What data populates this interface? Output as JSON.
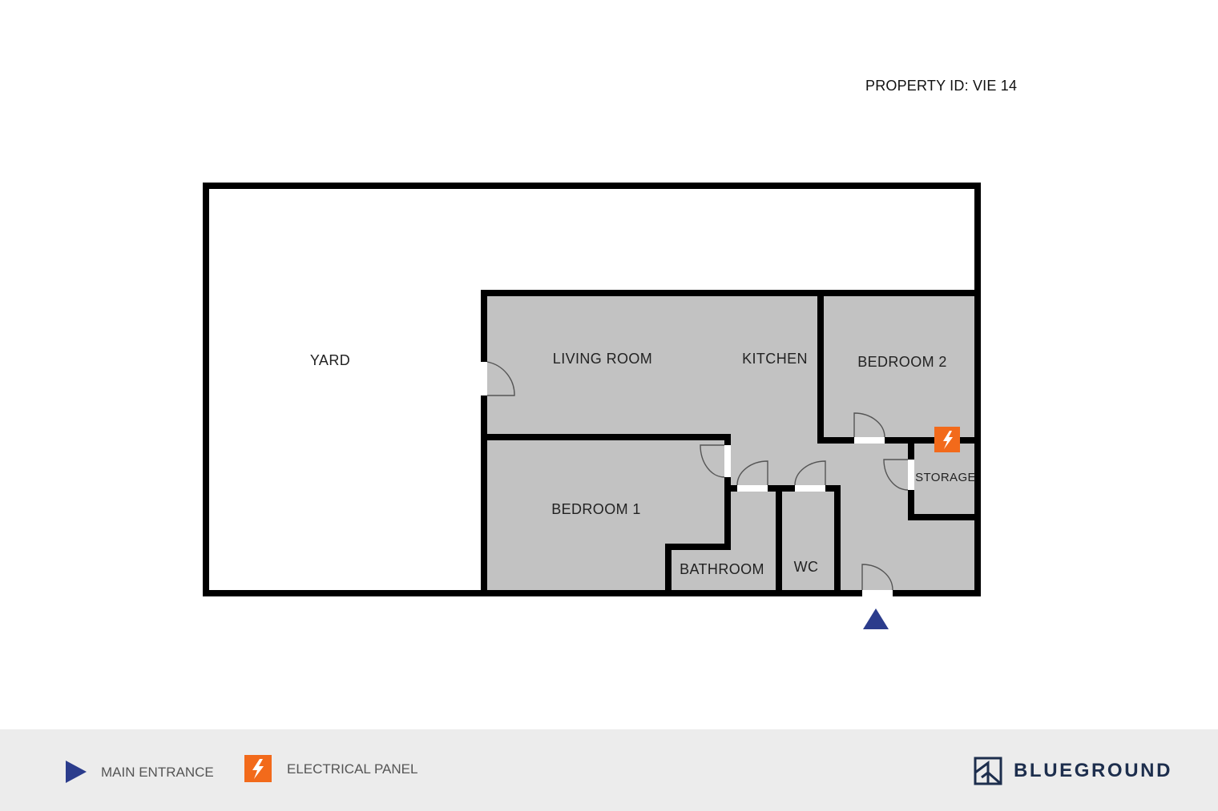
{
  "header": {
    "property_id": "PROPERTY ID: VIE 14"
  },
  "rooms": {
    "yard": "YARD",
    "living_room": "LIVING ROOM",
    "kitchen": "KITCHEN",
    "bedroom_2": "BEDROOM 2",
    "bedroom_1": "BEDROOM 1",
    "storage": "STORAGE",
    "bathroom": "BATHROOM",
    "wc": "WC"
  },
  "legend": {
    "main_entrance": "MAIN ENTRANCE",
    "electrical_panel": "ELECTRICAL PANEL"
  },
  "brand": {
    "name": "BLUEGROUND"
  },
  "colors": {
    "room_fill": "#c2c2c2",
    "wall": "#000000",
    "entrance_marker": "#2b3c8c",
    "electrical_panel": "#f26a1b",
    "legend_bar": "#ececec",
    "brand": "#1d2e4d"
  },
  "icons": {
    "entrance": "triangle-icon",
    "electrical_panel": "lightning-bolt-icon",
    "brand_logo": "blueground-logo-icon"
  }
}
